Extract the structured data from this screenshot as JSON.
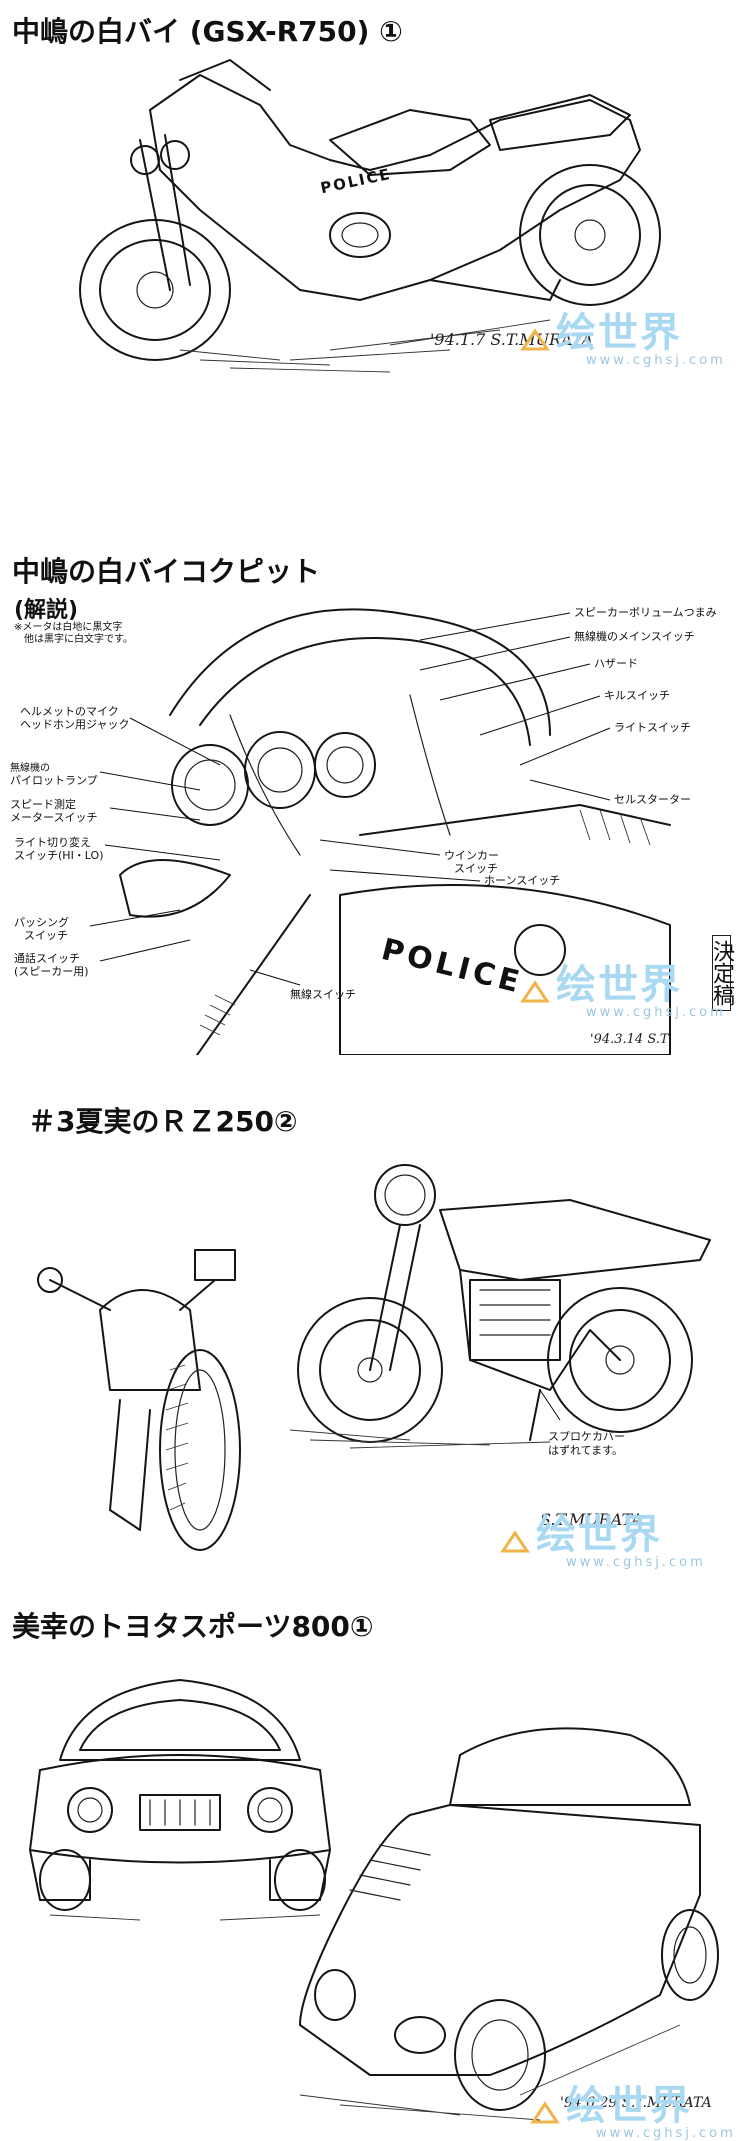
{
  "sections": [
    {
      "title": "中嶋の白バイ (GSX-R750) ①",
      "signature": "'94.1.7 S.T.MURATA",
      "decal": "POLICE"
    },
    {
      "title": "中嶋の白バイコクピット",
      "subtitle": "(解説)",
      "note_line1": "※メータは白地に黒文字",
      "note_line2": "他は黒字に白文字です。",
      "labels": {
        "l1": "スピーカーボリュームつまみ",
        "l2": "無線機のメインスイッチ",
        "l3": "ハザード",
        "l4": "キルスイッチ",
        "l5": "ライトスイッチ",
        "l6": "セルスターター",
        "l7": "ヘルメットのマイク",
        "l7b": "ヘッドホン用ジャック",
        "l8": "無線機の",
        "l8b": "パイロットランプ",
        "l9": "スピード測定",
        "l9b": "メータースイッチ",
        "l10": "ライト切り変え",
        "l10b": "スイッチ(HI・LO)",
        "l11": "ウインカー",
        "l11b": "スイッチ",
        "l12": "ホーンスイッチ",
        "l13": "パッシング",
        "l13b": "スイッチ",
        "l14": "通話スイッチ",
        "l14b": "(スピーカー用)",
        "l15": "無線スイッチ"
      },
      "decal": "POLICE",
      "stamp": "決定稿",
      "signature": "'94.3.14 S.T"
    },
    {
      "title": "＃3夏実のＲＺ250②",
      "label_line1": "スプロケカバー",
      "label_line2": "はずれてます。",
      "signature": "S.T.MURATA"
    },
    {
      "title": "美幸のトヨタスポーツ800①",
      "signature": "'94.6.29 S.T.MURATA"
    }
  ],
  "watermark": {
    "text": "绘世界",
    "url": "www.cghsj.com"
  },
  "colors": {
    "ink": "#151515",
    "watermark": "#a9d8f2",
    "background": "#ffffff"
  }
}
